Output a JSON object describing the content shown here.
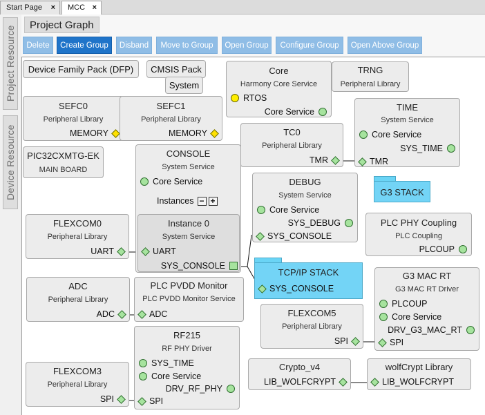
{
  "tabs": [
    {
      "label": "Start Page",
      "close": "×"
    },
    {
      "label": "MCC",
      "close": "×"
    }
  ],
  "side_tabs": {
    "project": "Project Resource",
    "device": "Device Resource"
  },
  "header": {
    "title": "Project Graph"
  },
  "toolbar": {
    "delete": "Delete",
    "create_group": "Create Group",
    "disband": "Disband",
    "move_to_group": "Move to Group",
    "open_group": "Open Group",
    "configure_group": "Configure Group",
    "open_above_group": "Open Above Group"
  },
  "graph": {
    "dfp": "Device Family Pack (DFP)",
    "cmsis": "CMSIS Pack",
    "system": "System",
    "core": {
      "title": "Core",
      "sub": "Harmony Core Service",
      "rtos": "RTOS",
      "core_service": "Core Service"
    },
    "trng": {
      "title": "TRNG",
      "sub": "Peripheral Library"
    },
    "sefc0": {
      "title": "SEFC0",
      "sub": "Peripheral Library",
      "port": "MEMORY"
    },
    "sefc1": {
      "title": "SEFC1",
      "sub": "Peripheral Library",
      "port": "MEMORY"
    },
    "time": {
      "title": "TIME",
      "sub": "System Service",
      "core_service": "Core Service",
      "port": "SYS_TIME"
    },
    "tc0": {
      "title": "TC0",
      "sub": "Peripheral Library",
      "port": "TMR"
    },
    "time_tmr": "TMR",
    "board": {
      "title": "PIC32CXMTG-EK",
      "sub": "MAIN BOARD"
    },
    "console": {
      "title": "CONSOLE",
      "sub": "System Service",
      "core_service": "Core Service",
      "instances": "Instances",
      "minus": "−",
      "plus": "+"
    },
    "instance0": {
      "title": "Instance 0",
      "sub": "System Service",
      "uart": "UART",
      "port": "SYS_CONSOLE"
    },
    "debug": {
      "title": "DEBUG",
      "sub": "System Service",
      "core_service": "Core Service",
      "port": "SYS_DEBUG",
      "console": "SYS_CONSOLE"
    },
    "g3stack": "G3 STACK",
    "plc_phy": {
      "title": "PLC PHY Coupling",
      "sub": "PLC Coupling",
      "port": "PLCOUP"
    },
    "flexcom0": {
      "title": "FLEXCOM0",
      "sub": "Peripheral Library",
      "port": "UART"
    },
    "tcpip": {
      "title": "TCP/IP STACK",
      "console": "SYS_CONSOLE"
    },
    "adc": {
      "title": "ADC",
      "sub": "Peripheral Library",
      "port": "ADC"
    },
    "plc_pvdd": {
      "title": "PLC PVDD Monitor",
      "sub": "PLC PVDD Monitor Service",
      "adc": "ADC"
    },
    "g3mac": {
      "title": "G3 MAC RT",
      "sub": "G3 MAC RT Driver",
      "plcoup": "PLCOUP",
      "core_service": "Core Service",
      "port": "DRV_G3_MAC_RT",
      "spi": "SPI"
    },
    "flexcom5": {
      "title": "FLEXCOM5",
      "sub": "Peripheral Library",
      "port": "SPI"
    },
    "rf215": {
      "title": "RF215",
      "sub": "RF PHY Driver",
      "sys_time": "SYS_TIME",
      "core_service": "Core Service",
      "port": "DRV_RF_PHY",
      "spi": "SPI"
    },
    "flexcom3": {
      "title": "FLEXCOM3",
      "sub": "Peripheral Library",
      "port": "SPI"
    },
    "crypto": {
      "title": "Crypto_v4",
      "port": "LIB_WOLFCRYPT"
    },
    "wolfcrypt": {
      "title": "wolfCrypt Library",
      "port": "LIB_WOLFCRYPT"
    }
  }
}
